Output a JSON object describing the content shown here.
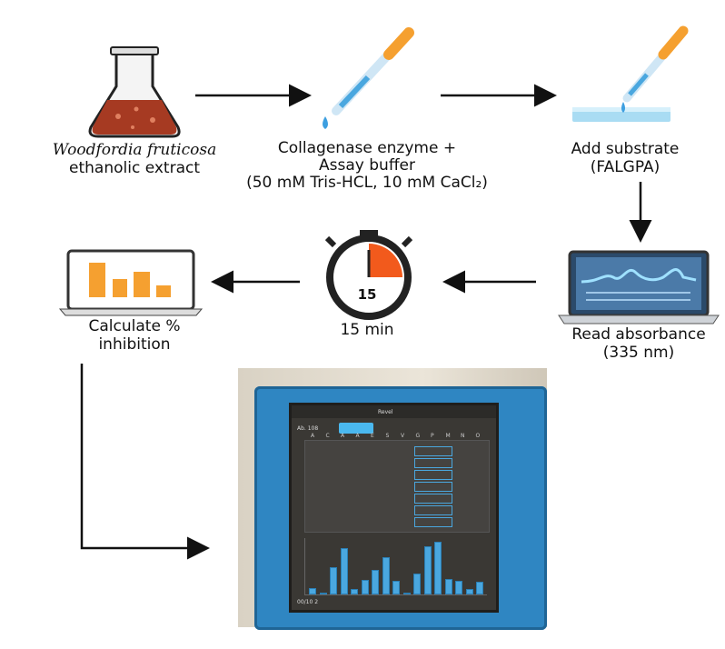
{
  "steps": {
    "extract": {
      "line1": "Woodfordia fruticosa",
      "line2": "ethanolic extract"
    },
    "enzyme": {
      "line1": "Collagenase enzyme +",
      "line2": "Assay buffer",
      "line3": "(50 mM Tris-HCL, 10 mM CaCl₂)"
    },
    "substrate": {
      "line1": "Add substrate",
      "line2": "(FALGPA)"
    },
    "absorbance": {
      "line1": "Read absorbance",
      "line2": "(335 nm)"
    },
    "incubation": {
      "timer_value": "15",
      "label": "15 min"
    },
    "calculate": {
      "line1": "Calculate %",
      "line2": "inhibition"
    }
  },
  "device": {
    "title": "Revel",
    "field": "Ab. 108",
    "footer": "00/10 2",
    "columns": [
      "A",
      "C",
      "A",
      "A",
      "E",
      "S",
      "V",
      "G",
      "P",
      "M",
      "N",
      "O"
    ],
    "bar_levels": [
      0.12,
      0.04,
      0.52,
      0.88,
      0.1,
      0.28,
      0.46,
      0.7,
      0.26,
      0,
      0.4,
      0.92,
      1.0,
      0.3,
      0.26,
      0.1,
      0.25
    ]
  },
  "colors": {
    "accent_blue": "#2f86c2",
    "timer_orange": "#f25a1c",
    "bar_orange": "#f5a030",
    "extract_red": "#a63a22"
  }
}
